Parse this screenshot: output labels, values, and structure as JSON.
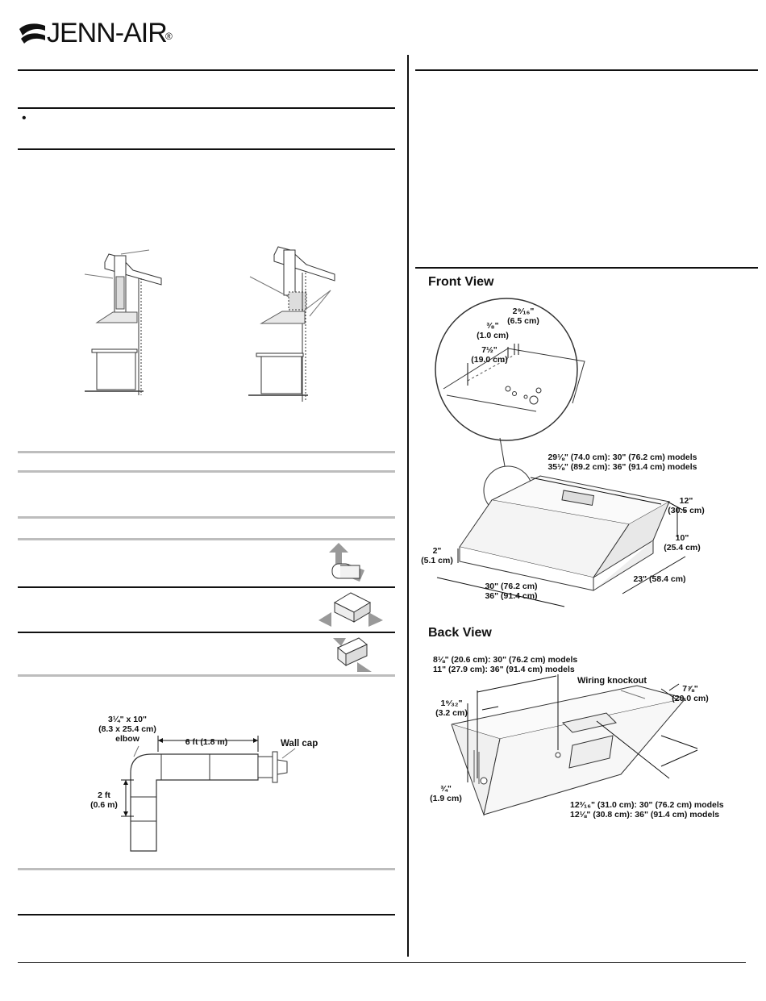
{
  "brand": {
    "name": "JENN-AIR",
    "registered": "®"
  },
  "left_column": {
    "bullet": "•"
  },
  "front_view": {
    "title": "Front View",
    "detail_labels": {
      "d1_in": "2⁹⁄₁₆\"",
      "d1_cm": "(6.5 cm)",
      "d2_in": "³⁄₈\"",
      "d2_cm": "(1.0 cm)",
      "d3_in": "7½\"",
      "d3_cm": "(19.0 cm)"
    },
    "width_line1": "29⅛\" (74.0 cm): 30\" (76.2 cm) models",
    "width_line2": "35⅛\" (89.2 cm): 36\" (91.4 cm) models",
    "depth_top": "12\"",
    "depth_top_cm": "(30.5 cm)",
    "height": "10\"",
    "height_cm": "(25.4 cm)",
    "lip": "2\"",
    "lip_cm": "(5.1 cm)",
    "front_width1": "30\" (76.2 cm)",
    "front_width2": "36\" (91.4 cm)",
    "depth_bottom": "23\" (58.4 cm)"
  },
  "back_view": {
    "title": "Back View",
    "top_line1": "8⅛\" (20.6 cm): 30\" (76.2 cm) models",
    "top_line2": "11\" (27.9 cm): 36\" (91.4 cm) models",
    "wiring": "Wiring knockout",
    "right_in": "7⅞\"",
    "right_cm": "(20.0 cm)",
    "left_in": "1⁹⁄₃₂\"",
    "left_cm": "(3.2 cm)",
    "low_in": "¾\"",
    "low_cm": "(1.9 cm)",
    "bottom_line1": "12³⁄₁₆\" (31.0 cm): 30\" (76.2 cm) models",
    "bottom_line2": "12⅛\" (30.8 cm): 36\" (91.4 cm) models"
  },
  "duct_diagram": {
    "elbow_line1": "3¼\" x 10\"",
    "elbow_line2": "(8.3 x 25.4 cm)",
    "elbow_line3": "elbow",
    "horizontal": "6 ft (1.8 m)",
    "wall_cap": "Wall cap",
    "vertical1": "2 ft",
    "vertical2": "(0.6 m)"
  }
}
